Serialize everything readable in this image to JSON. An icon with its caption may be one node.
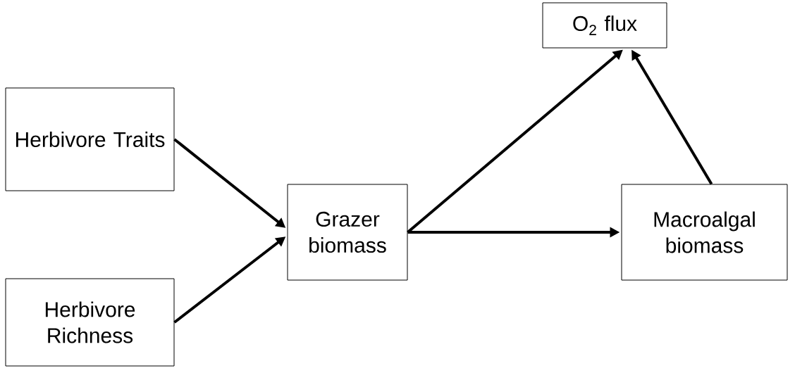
{
  "diagram": {
    "nodes": [
      {
        "text": [
          "Herbivore Traits"
        ]
      },
      {
        "text": [
          "Herbivore Richness"
        ]
      },
      {
        "text": [
          "Grazer biomass"
        ]
      },
      {
        "text": [
          "O$_{2}$ flux"
        ]
      },
      {
        "text": [
          "Macroalgal biomass"
        ]
      }
    ],
    "edges": [
      {
        "from": 0,
        "to": 2,
        "arrow": "to"
      },
      {
        "from": 1,
        "to": 2,
        "arrow": "to"
      },
      {
        "from": 2,
        "to": 3,
        "arrow": "to"
      },
      {
        "from": 2,
        "to": 4,
        "arrow": "to"
      },
      {
        "from": 4,
        "to": 3,
        "arrow": "to"
      }
    ]
  }
}
